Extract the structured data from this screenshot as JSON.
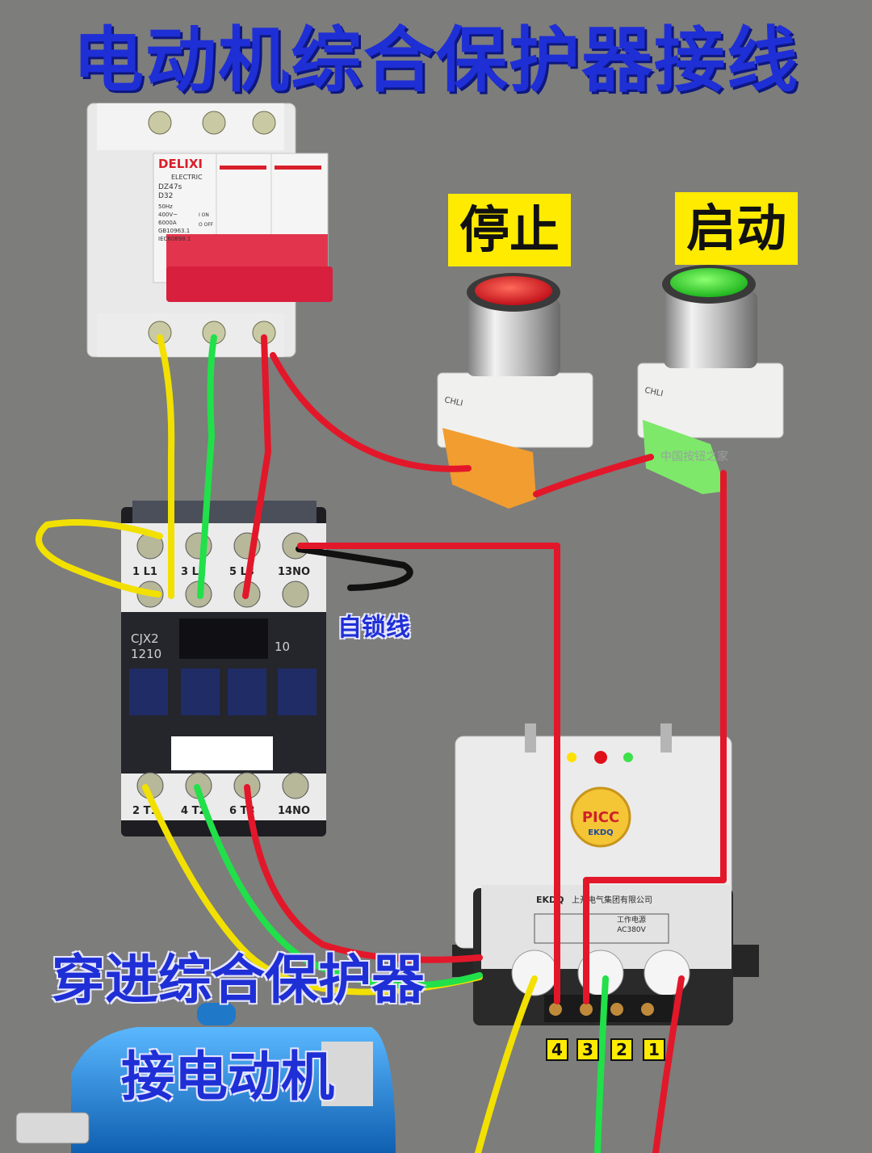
{
  "title": "电动机综合保护器接线",
  "labels": {
    "stop": "停止",
    "start": "启动",
    "self_lock": "自锁线",
    "pass_through": "穿进综合保护器",
    "to_motor": "接电动机"
  },
  "breaker": {
    "brand": "DELIXI",
    "brand_sub": "ELECTRIC",
    "model": "DZ47s",
    "rating": "D32",
    "specs": [
      "50Hz",
      "400V~",
      "6000A",
      "GB10963.1",
      "IEC60898.1"
    ],
    "switch_on": "I ON",
    "switch_off": "O OFF"
  },
  "contactor": {
    "model": "CJX2",
    "number": "1210",
    "code": "10",
    "top_terminals": [
      "1 L1",
      "3 L2",
      "5 L3",
      "13NO"
    ],
    "bottom_terminals": [
      "2 T1",
      "4 T2",
      "6 T3",
      "14NO"
    ]
  },
  "buttons": {
    "brand": "CHLI",
    "watermark": "中国按钮之家"
  },
  "protector": {
    "brand": "EKDQ",
    "company": "上开电气集团有限公司",
    "seal": "PICC",
    "power_label": "工作电源",
    "voltage": "AC380V",
    "terminals": [
      "4",
      "3",
      "2",
      "1"
    ]
  },
  "colors": {
    "background": "#7d7d7b",
    "title": "#1f2fd6",
    "label_bg": "#ffeb00",
    "wire_yellow": "#f2e000",
    "wire_green": "#21e04a",
    "wire_red": "#e3172a",
    "wire_black": "#111111",
    "motor": "#1f8fe0"
  }
}
